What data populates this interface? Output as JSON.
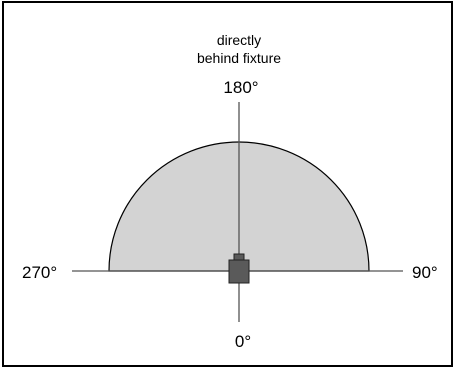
{
  "diagram": {
    "top_label_line1": "directly",
    "top_label_line2": "behind fixture",
    "angle_top": "180°",
    "angle_left": "270°",
    "angle_right": "90°",
    "angle_bottom": "0°"
  },
  "colors": {
    "half_circle_fill": "#d3d3d3",
    "fixture_fill": "#5a5a5a",
    "stroke": "#000000",
    "axis_line": "#555555"
  }
}
